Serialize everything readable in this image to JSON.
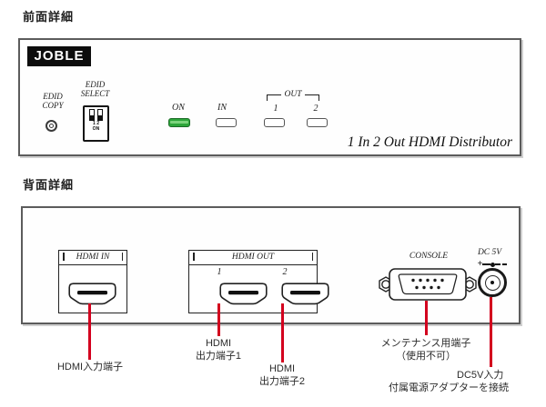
{
  "sections": {
    "front_title": "前面詳細",
    "rear_title": "背面詳細"
  },
  "front_panel": {
    "brand_logo": "JOBLE",
    "edid_copy": {
      "line1": "EDID",
      "line2": "COPY"
    },
    "edid_select": {
      "line1": "EDID",
      "line2": "SELECT"
    },
    "dip_switch": {
      "numbers": "1 2",
      "on_label": "ON"
    },
    "leds": {
      "power": "ON",
      "input": "IN",
      "out_group": "OUT",
      "out1": "1",
      "out2": "2"
    },
    "product_name": "1 In 2 Out HDMI Distributor"
  },
  "rear_panel": {
    "hdmi_in_label": "HDMI IN",
    "hdmi_out_label": "HDMI OUT",
    "out1_number": "1",
    "out2_number": "2",
    "console_label": "CONSOLE",
    "dc_label": "DC 5V",
    "polarity_plus": "+"
  },
  "annotations": {
    "hdmi_in": "HDMI入力端子",
    "hdmi_out1": {
      "line1": "HDMI",
      "line2": "出力端子1"
    },
    "hdmi_out2": {
      "line1": "HDMI",
      "line2": "出力端子2"
    },
    "console": {
      "line1": "メンテナンス用端子",
      "line2": "（使用不可）"
    },
    "dc": {
      "line1": "DC5V入力",
      "line2": "付属電源アダプターを接続"
    }
  },
  "colors": {
    "annotation_red": "#d3001e",
    "led_green": "#2da53a",
    "panel_border": "#5c5c5c"
  }
}
